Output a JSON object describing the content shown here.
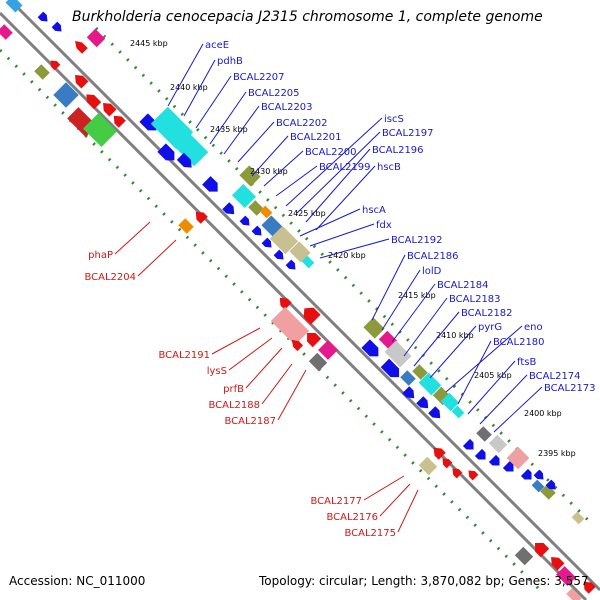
{
  "title": "Burkholderia cenocepacia J2315 chromosome 1, complete genome",
  "footer": {
    "accession": "Accession: NC_011000",
    "summary": "Topology: circular; Length: 3,870,082 bp; Genes: 3,557"
  },
  "colors": {
    "backbone": "#808080",
    "forward_label": "#1a1acc",
    "reverse_label": "#cc1a1a",
    "tick_dots": "#2e8b2e",
    "cds_blue": "#1010e6",
    "cds_red": "#e61010"
  },
  "ticks": [
    "2445 kbp",
    "2440 kbp",
    "2435 kbp",
    "2430 kbp",
    "2425 kbp",
    "2420 kbp",
    "2415 kbp",
    "2410 kbp",
    "2405 kbp",
    "2400 kbp",
    "2395 kbp"
  ],
  "forward_labels": [
    "aceE",
    "pdhB",
    "BCAL2207",
    "BCAL2205",
    "BCAL2203",
    "BCAL2202",
    "BCAL2201",
    "BCAL2200",
    "BCAL2199",
    "iscS",
    "BCAL2197",
    "BCAL2196",
    "hscB",
    "hscA",
    "fdx",
    "BCAL2192",
    "BCAL2186",
    "lolD",
    "BCAL2184",
    "BCAL2183",
    "BCAL2182",
    "pyrG",
    "eno",
    "BCAL2180",
    "ftsB",
    "BCAL2174",
    "BCAL2173"
  ],
  "reverse_labels": [
    "phaP",
    "BCAL2204",
    "BCAL2191",
    "lysS",
    "prfB",
    "BCAL2188",
    "BCAL2187",
    "BCAL2177",
    "BCAL2176",
    "BCAL2175"
  ]
}
